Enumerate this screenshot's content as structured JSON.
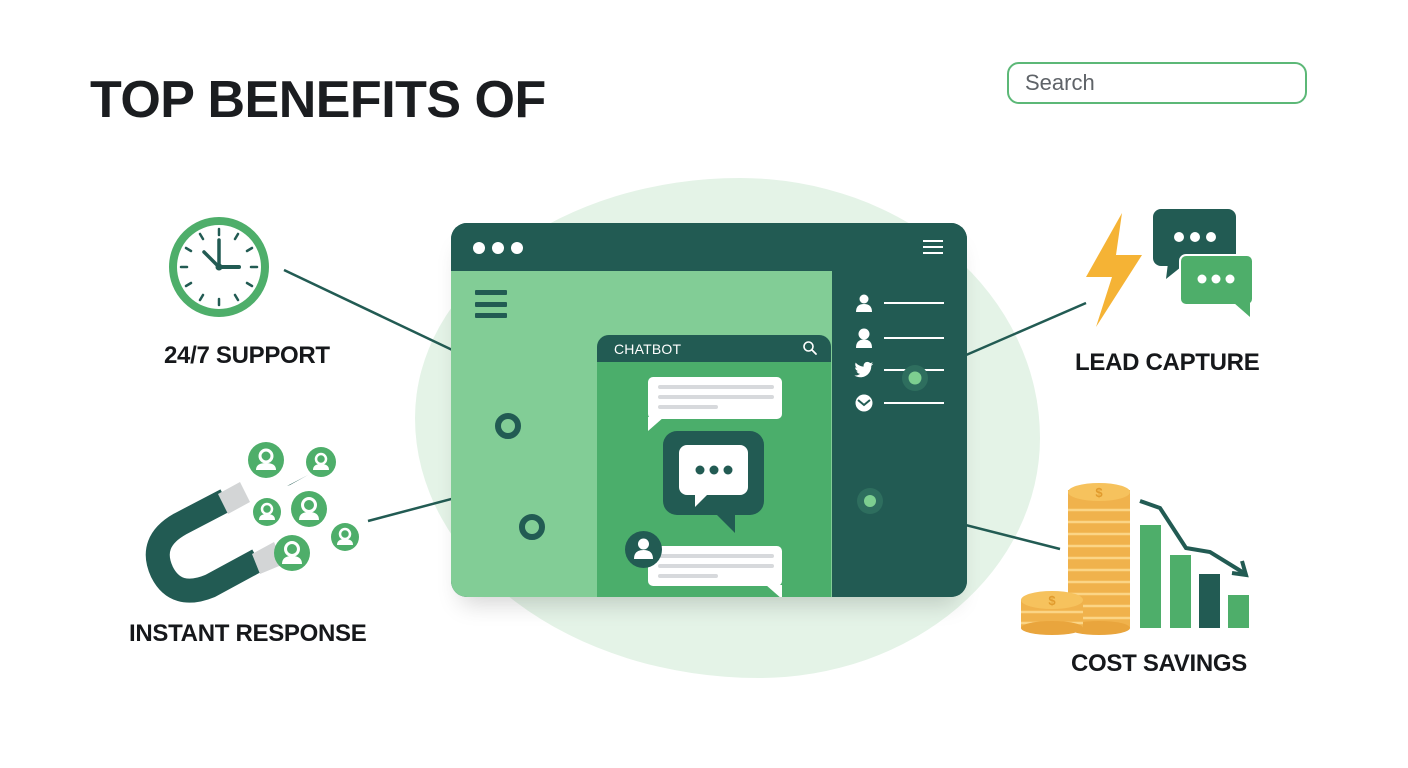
{
  "header": {
    "title": "TOP BENEFITS OF"
  },
  "search": {
    "placeholder": "Search",
    "value": "",
    "button_icon": "search-icon"
  },
  "colors": {
    "dark_green": "#225b53",
    "mid_green": "#4bae6b",
    "light_green": "#82cd96",
    "accent_green": "#5cb877",
    "blob": "#e4f3e7",
    "bolt_yellow": "#f5b335",
    "coin_gold": "#f0b24c",
    "text_dark": "#16181b"
  },
  "window": {
    "title_bar_dots": 3,
    "menu_icon": "hamburger-icon",
    "chat_panel": {
      "title": "CHATBOT",
      "search_icon": "search-icon",
      "messages": [
        {
          "side": "left",
          "lines": 3
        },
        {
          "type": "typing-indicator",
          "text": "..."
        },
        {
          "side": "right",
          "lines": 3,
          "avatar": "user-icon"
        }
      ]
    },
    "pager_dots": 4,
    "sidebar_items": [
      {
        "icon": "user-icon"
      },
      {
        "icon": "user-icon"
      },
      {
        "icon": "twitter-icon"
      },
      {
        "icon": "mail-icon"
      }
    ]
  },
  "benefits": [
    {
      "id": "support",
      "label": "24/7 SUPPORT",
      "icon": "clock-icon",
      "position": "top-left"
    },
    {
      "id": "response",
      "label": "INSTANT RESPONSE",
      "icon": "magnet-icon",
      "position": "bottom-left"
    },
    {
      "id": "lead",
      "label": "LEAD CAPTURE",
      "icon": "lightning-chat-icon",
      "position": "top-right"
    },
    {
      "id": "cost",
      "label": "COST SAVINGS",
      "icon": "coins-chart-icon",
      "position": "bottom-right"
    }
  ]
}
